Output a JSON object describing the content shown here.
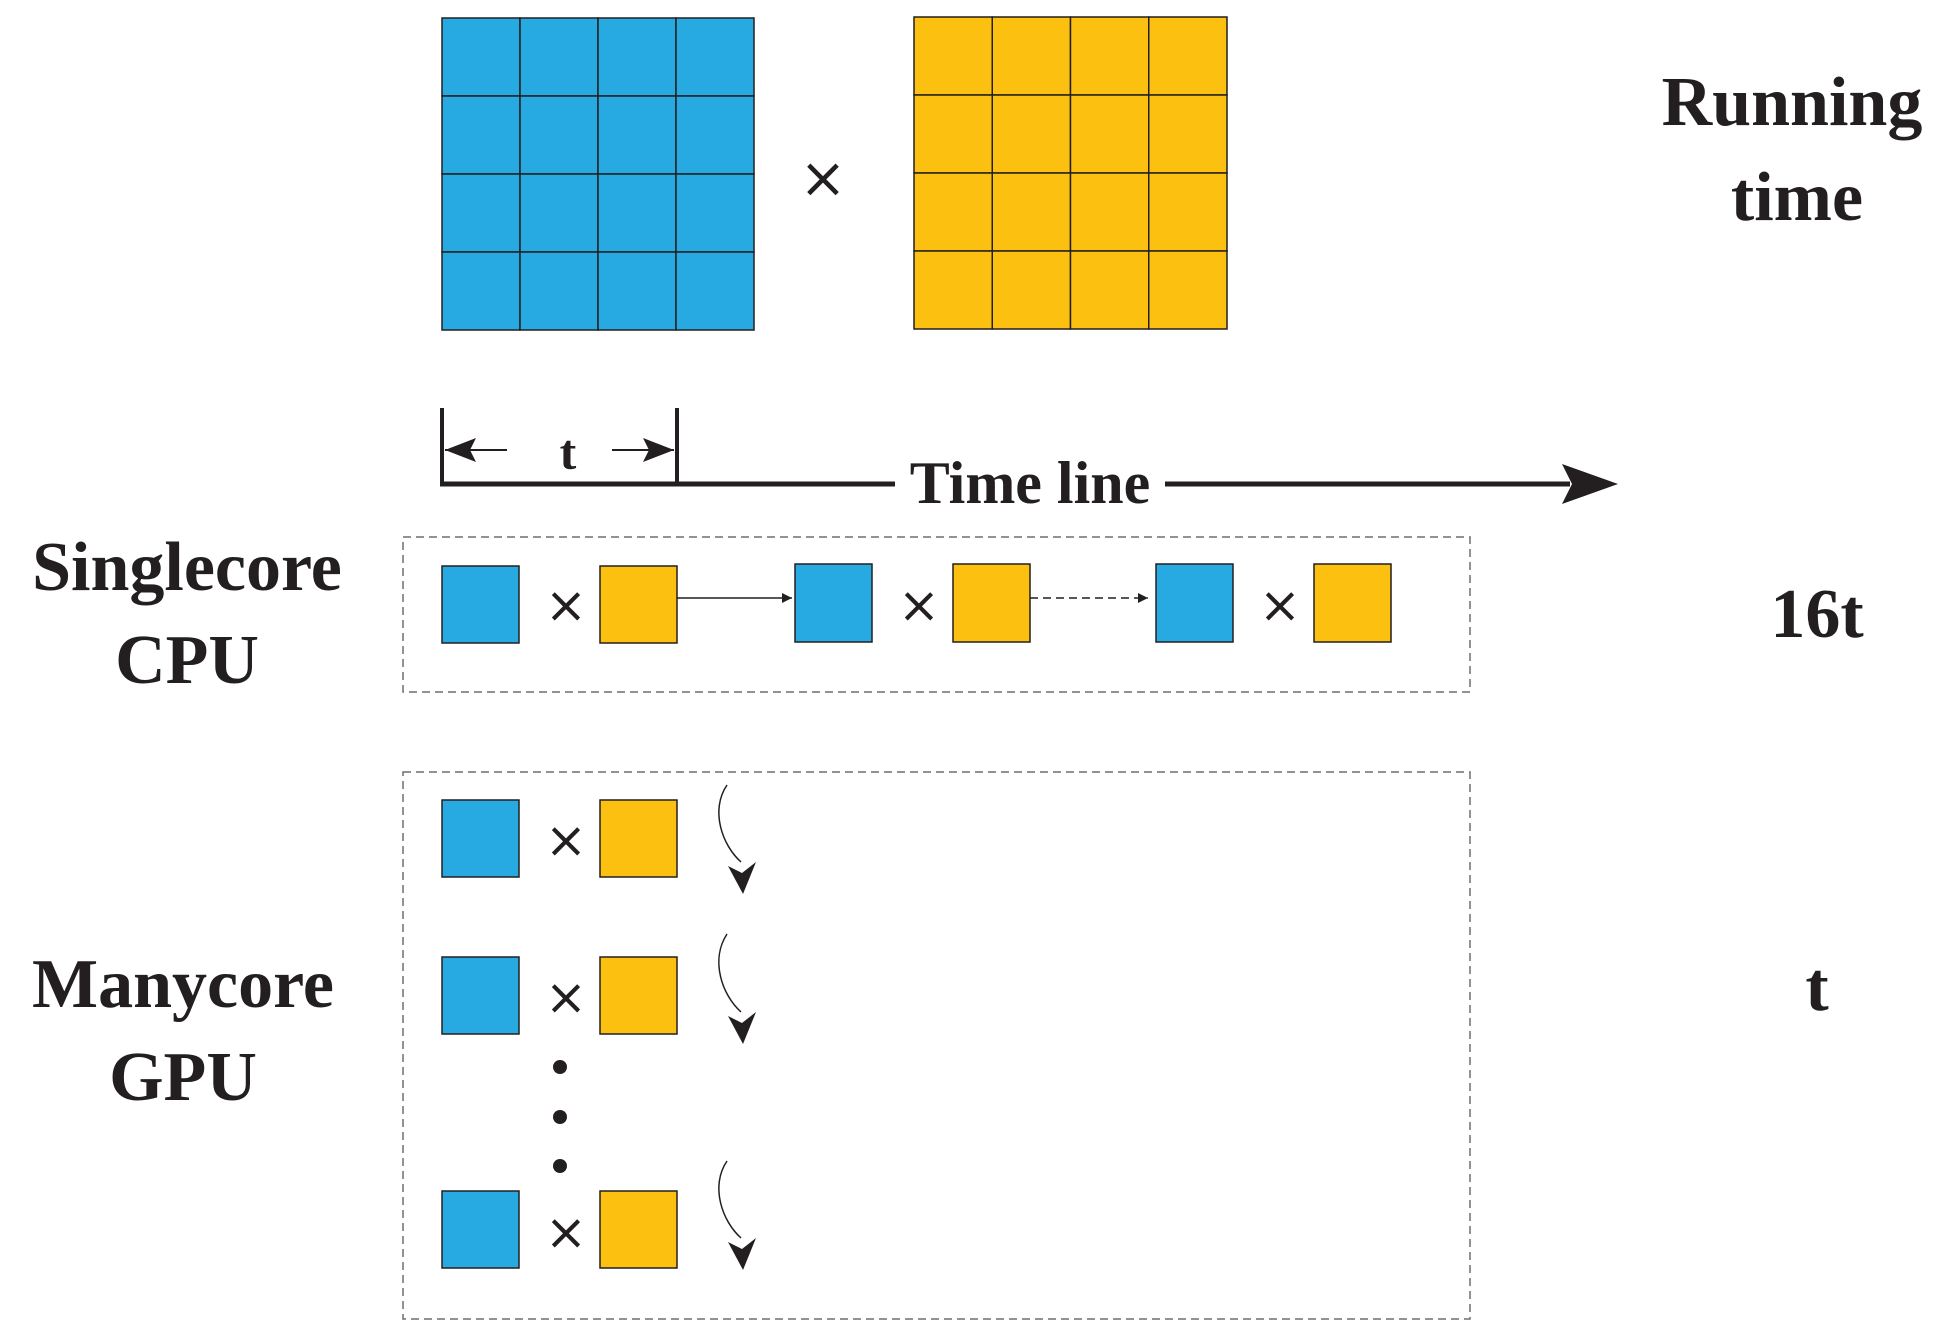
{
  "colors": {
    "blue": "#27aae1",
    "yellow": "#fcc010",
    "ink": "#231f20"
  },
  "matrix": {
    "rows": 4,
    "cols": 4
  },
  "labels": {
    "running_time_line1": "Running",
    "running_time_line2": "time",
    "t_interval": "t",
    "time_line": "Time line",
    "singlecore_line1": "Singlecore",
    "singlecore_line2": "CPU",
    "manycore_line1": "Manycore",
    "manycore_line2": "GPU",
    "singlecore_time": "16t",
    "manycore_time": "t"
  },
  "times_symbol": "×"
}
